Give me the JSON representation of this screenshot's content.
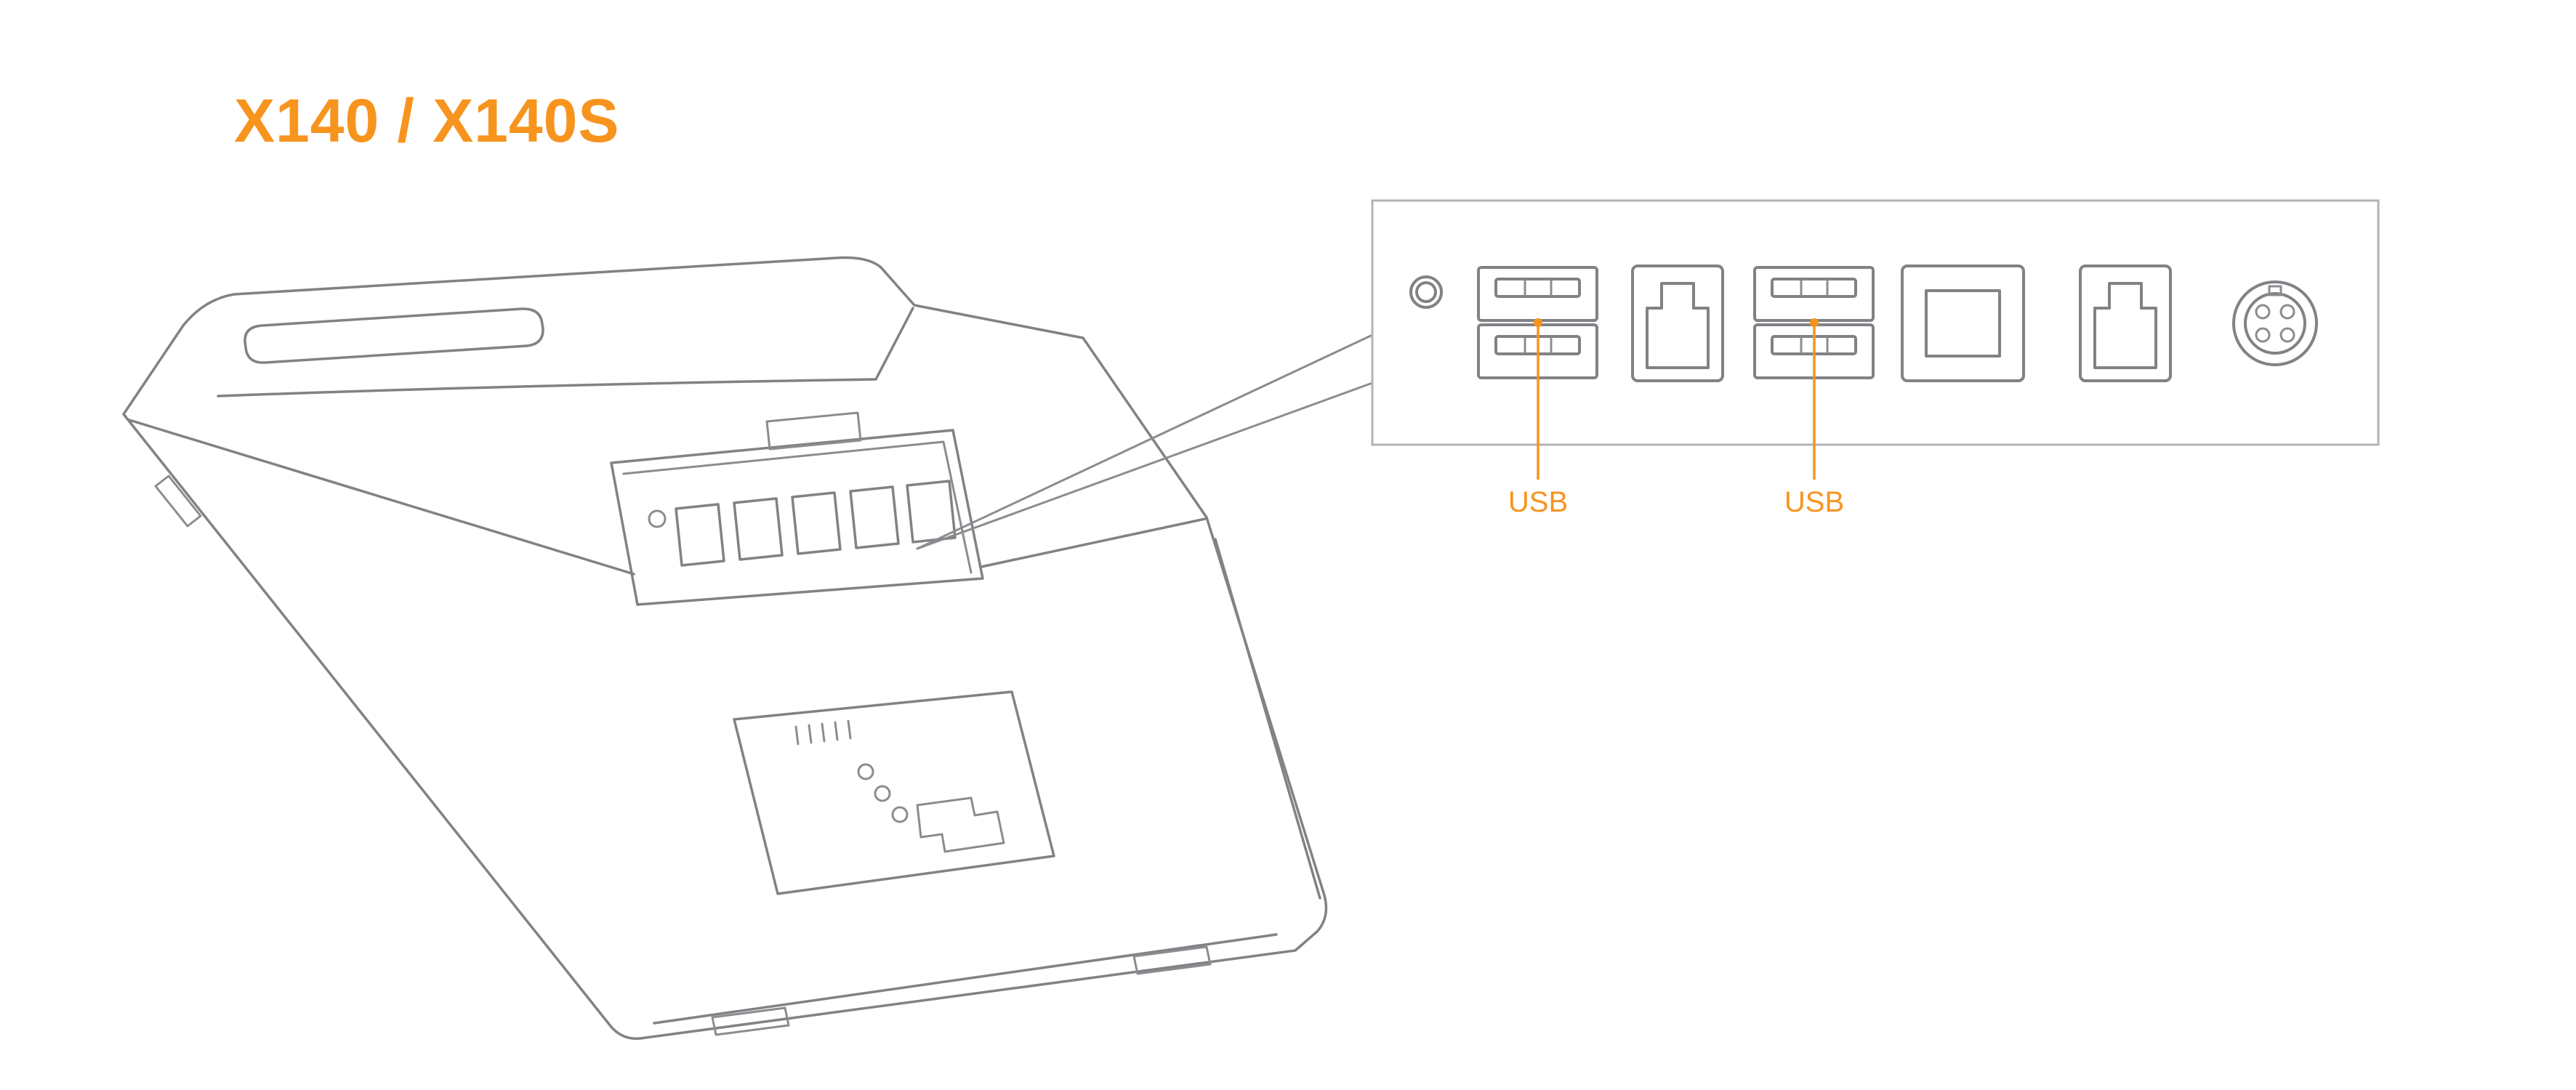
{
  "title": {
    "text": "X140 / X140S"
  },
  "colors": {
    "accent_orange": "#F7941E",
    "line_gray": "#808285",
    "panel_border_gray": "#B1B3B6",
    "background": "#FFFFFF"
  },
  "panel": {
    "ports": [
      {
        "name": "indicator-ring"
      },
      {
        "name": "usb-port-pair-1"
      },
      {
        "name": "rj11-port-1"
      },
      {
        "name": "usb-port-pair-2"
      },
      {
        "name": "rj45-port"
      },
      {
        "name": "rj11-port-2"
      },
      {
        "name": "power-connector"
      }
    ],
    "callouts": [
      {
        "label": "USB"
      },
      {
        "label": "USB"
      }
    ]
  }
}
